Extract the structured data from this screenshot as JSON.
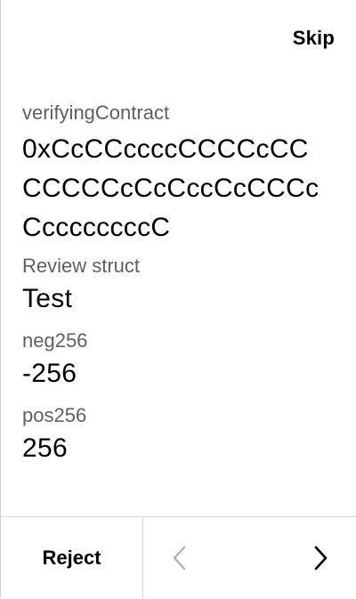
{
  "header": {
    "skip_label": "Skip"
  },
  "fields": [
    {
      "label": "verifyingContract",
      "value": "0xCcCCccccCCCCcCCCCCCCcCcCccCcCCCcCccccccccC"
    },
    {
      "label": "Review struct",
      "value": "Test"
    },
    {
      "label": "neg256",
      "value": "-256"
    },
    {
      "label": "pos256",
      "value": "256"
    }
  ],
  "footer": {
    "reject_label": "Reject",
    "prev_icon": "chevron-left-icon",
    "next_icon": "chevron-right-icon",
    "prev_color": "#b0b0b0",
    "next_color": "#000000"
  }
}
